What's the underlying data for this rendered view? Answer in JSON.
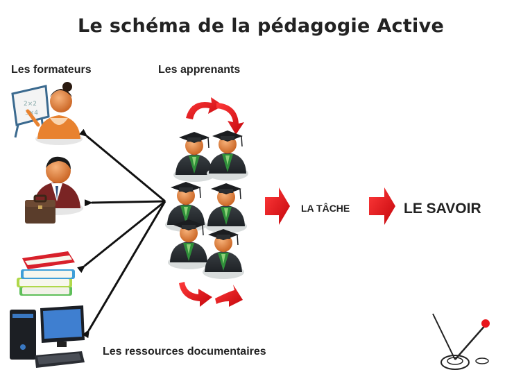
{
  "title": "Le schéma de la pédagogie Active",
  "labels": {
    "formateurs": "Les formateurs",
    "apprenants": "Les apprenants",
    "ressources": "Les ressources documentaires",
    "tache": "LA TÂCHE",
    "savoir": "LE SAVOIR"
  },
  "icons": [
    "teacher-icon",
    "businessman-icon",
    "books-icon",
    "computer-icon",
    "student-group-icon",
    "joystick-icon"
  ],
  "colors": {
    "arrow_red": "#e8141b",
    "gown_green": "#2f8f3a",
    "skin": "#e8823a"
  }
}
